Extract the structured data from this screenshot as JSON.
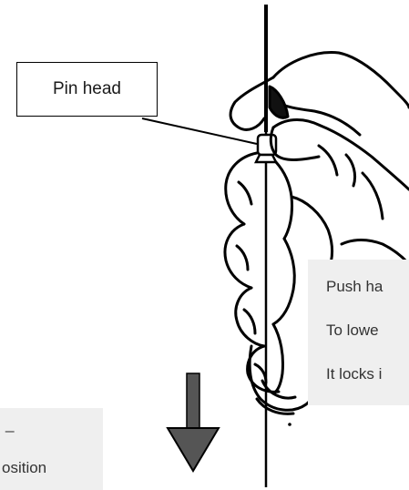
{
  "pin_head_label": "Pin head",
  "right_callout": {
    "lines": [
      "Push ha",
      "To lowe",
      "It locks i"
    ]
  },
  "left_callout": {
    "lines": [
      "_",
      "osition"
    ]
  },
  "icons": {
    "arrow": "down-arrow-icon",
    "hand": "hand-illustration",
    "pin": "pin-illustration"
  },
  "colors": {
    "ink": "#000000",
    "callout_bg": "#efefef",
    "callout_text": "#333333",
    "arrow_fill": "#555555"
  }
}
